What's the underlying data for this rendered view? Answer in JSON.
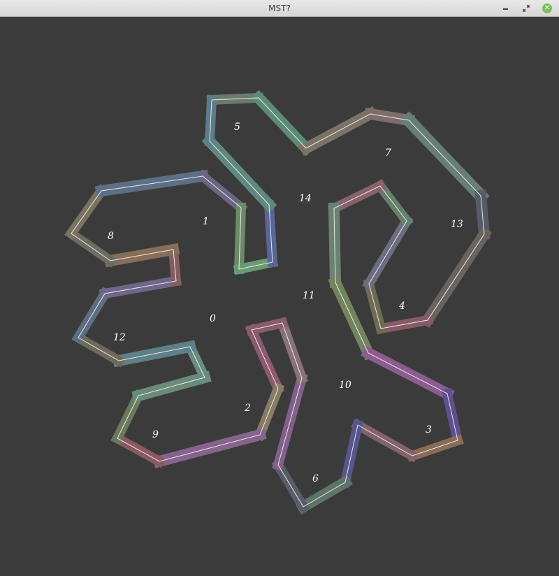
{
  "window": {
    "title": "MST?",
    "controls": [
      {
        "name": "minimize",
        "icon": "minimize-icon"
      },
      {
        "name": "maximize",
        "icon": "maximize-icon"
      },
      {
        "name": "close",
        "icon": "close-icon",
        "color": "#7cbf5e"
      }
    ]
  },
  "board": {
    "background": "#3b3b3b",
    "wall_highlight": "#ffffff",
    "region_labels": [
      "0",
      "1",
      "2",
      "3",
      "4",
      "5",
      "6",
      "7",
      "8",
      "9",
      "10",
      "11",
      "12",
      "13",
      "14"
    ]
  }
}
